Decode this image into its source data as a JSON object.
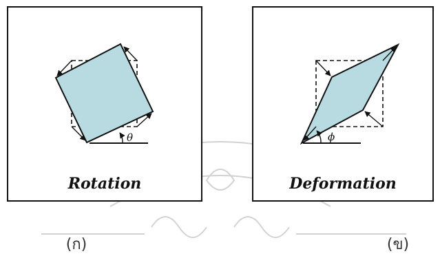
{
  "colors": {
    "fill": "#b7dbe1",
    "stroke": "#111111",
    "watermark": "#c8c8c8"
  },
  "panels": [
    {
      "caption": "Rotation",
      "angle_symbol": "θ",
      "sub_label": "(ก)"
    },
    {
      "caption": "Deformation",
      "angle_symbol": "ϕ",
      "sub_label": "(ข)"
    }
  ]
}
